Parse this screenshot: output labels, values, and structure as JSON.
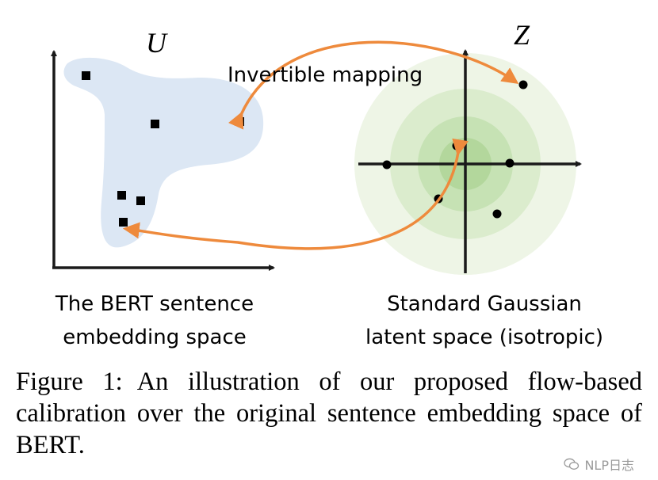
{
  "diagram": {
    "left_variable": "U",
    "right_variable": "Z",
    "mapping_label": "Invertible mapping",
    "left_caption": [
      "The BERT sentence",
      "embedding space"
    ],
    "right_caption": [
      "Standard Gaussian",
      "latent space (isotropic)"
    ],
    "colors": {
      "blob_fill": "#dce7f4",
      "arrow": "#ee8a3c",
      "gauss_outer": "#eef5e6",
      "gauss_mid": "#dbeccd",
      "gauss_inner": "#c6e2b4",
      "gauss_core": "#b3d79c",
      "axis": "#1a1a1a"
    }
  },
  "caption": {
    "figure_label": "Figure 1:",
    "text": "An illustration of our proposed flow-based calibration over the original sentence embedding space of BERT."
  },
  "watermark": {
    "text": "NLP日志",
    "icon": "wechat-icon"
  }
}
